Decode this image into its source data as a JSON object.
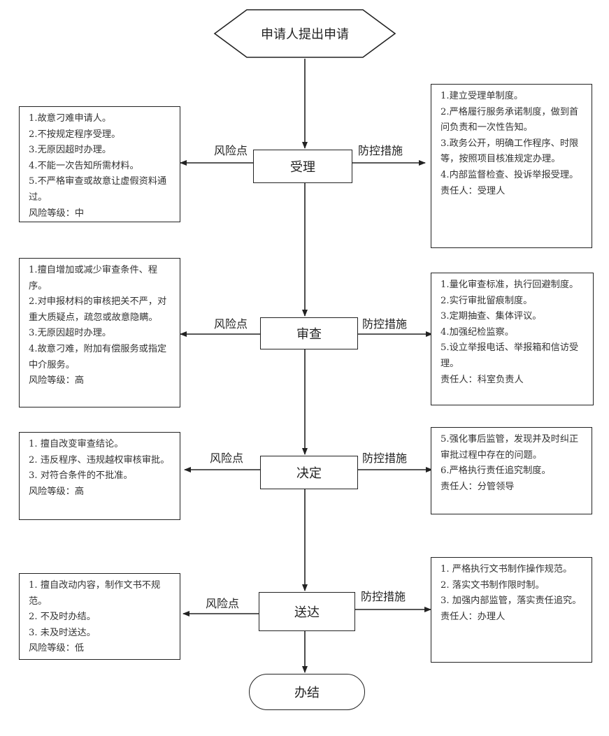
{
  "start": {
    "label": "申请人提出申请"
  },
  "end": {
    "label": "办结"
  },
  "labels": {
    "risk": "风险点",
    "control": "防控措施"
  },
  "stages": [
    {
      "name": "受理",
      "risks": [
        "1.故意刁难申请人。",
        "2.不按规定程序受理。",
        "3.无原因超时办理。",
        "4.不能一次告知所需材料。",
        "5.不严格审查或故意让虚假资料通过。",
        "风险等级：中"
      ],
      "controls": [
        "1.建立受理单制度。",
        "2.严格履行服务承诺制度，做到首问负责和一次性告知。",
        "3.政务公开，明确工作程序、时限等，按照项目核准规定办理。",
        "4.内部监督检查、投诉举报受理。",
        "责任人：受理人"
      ]
    },
    {
      "name": "审查",
      "risks": [
        "1.擅自增加或减少审查条件、程序。",
        "2.对申报材料的审核把关不严，对重大质疑点，疏忽或故意隐瞒。",
        "3.无原因超时办理。",
        "4.故意刁难，附加有偿服务或指定中介服务。",
        "风险等级：高"
      ],
      "controls": [
        "1.量化审查标准，执行回避制度。",
        "2.实行审批留痕制度。",
        "3.定期抽查、集体评议。",
        "4.加强纪检监察。",
        "5.设立举报电话、举报箱和信访受理。",
        "责任人：科室负责人"
      ]
    },
    {
      "name": "决定",
      "risks": [
        "1. 擅自改变审查结论。",
        "2. 违反程序、违规越权审核审批。",
        "3. 对符合条件的不批准。",
        "风险等级：高"
      ],
      "controls": [
        "5.强化事后监管，发现并及时纠正审批过程中存在的问题。",
        "6.严格执行责任追究制度。",
        "责任人：分管领导"
      ]
    },
    {
      "name": "送达",
      "risks": [
        "1. 擅自改动内容，制作文书不规范。",
        "2. 不及时办结。",
        "3. 未及时送达。",
        "风险等级：低"
      ],
      "controls": [
        "1. 严格执行文书制作操作规范。",
        "2. 落实文书制作限时制。",
        "3. 加强内部监管，落实责任追究。",
        "责任人：办理人"
      ]
    }
  ]
}
